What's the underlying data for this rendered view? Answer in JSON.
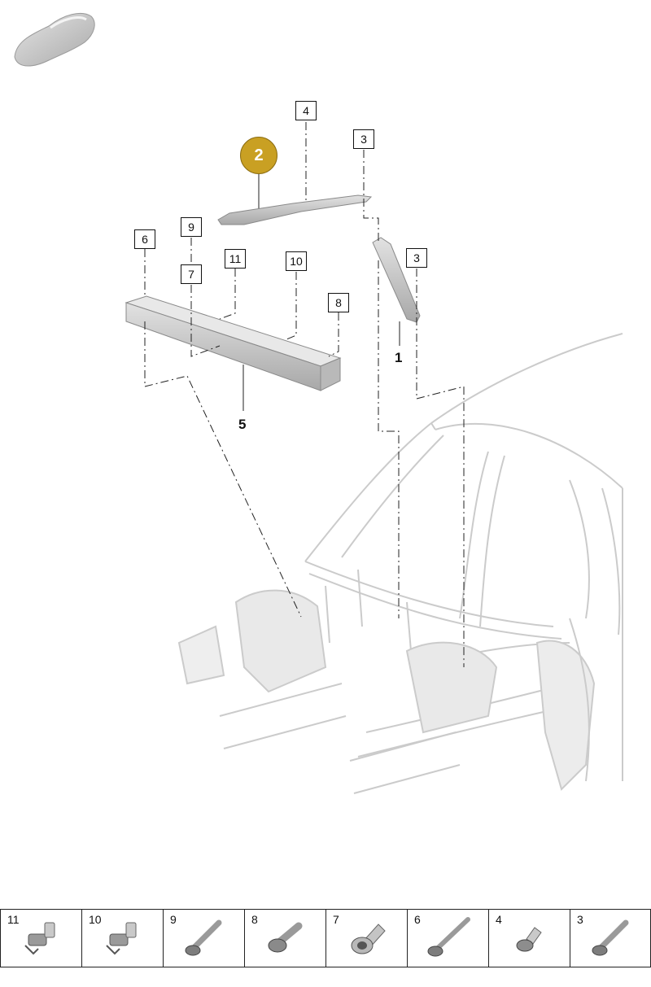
{
  "callouts": {
    "c1": "1",
    "c2": "2",
    "c3a": "3",
    "c3b": "3",
    "c4": "4",
    "c5": "5",
    "c6": "6",
    "c7": "7",
    "c8": "8",
    "c9": "9",
    "c10": "10",
    "c11": "11"
  },
  "highlight_color": "#c9a023",
  "parts_strip": [
    {
      "number": "11",
      "icon": "clip-nut-icon"
    },
    {
      "number": "10",
      "icon": "clip-nut-icon"
    },
    {
      "number": "9",
      "icon": "flange-bolt-icon"
    },
    {
      "number": "8",
      "icon": "short-bolt-icon"
    },
    {
      "number": "7",
      "icon": "rivet-nut-icon"
    },
    {
      "number": "6",
      "icon": "long-bolt-icon"
    },
    {
      "number": "4",
      "icon": "rivet-icon"
    },
    {
      "number": "3",
      "icon": "flange-bolt-icon"
    }
  ]
}
